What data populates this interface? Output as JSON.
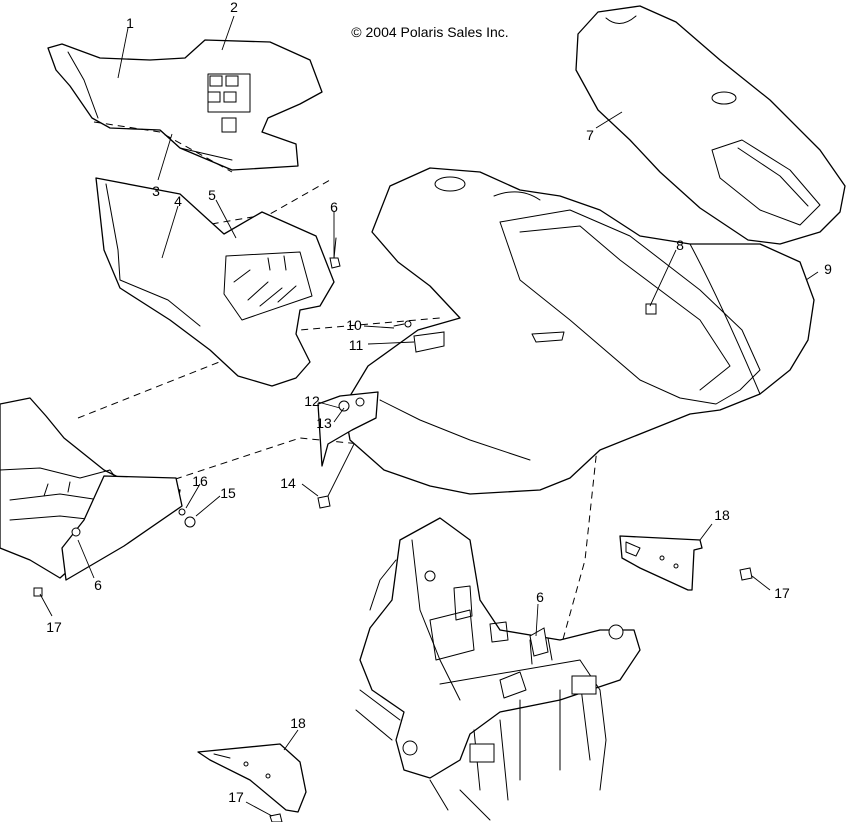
{
  "copyright": "© 2004 Polaris Sales Inc.",
  "callouts": {
    "c1": "1",
    "c2": "2",
    "c3": "3",
    "c4": "4",
    "c5": "5",
    "c6a": "6",
    "c6b": "6",
    "c6c": "6",
    "c7": "7",
    "c8": "8",
    "c9": "9",
    "c10": "10",
    "c11": "11",
    "c12": "12",
    "c13": "13",
    "c14": "14",
    "c15": "15",
    "c16": "16",
    "c17a": "17",
    "c17b": "17",
    "c17c": "17",
    "c18a": "18",
    "c18b": "18"
  }
}
